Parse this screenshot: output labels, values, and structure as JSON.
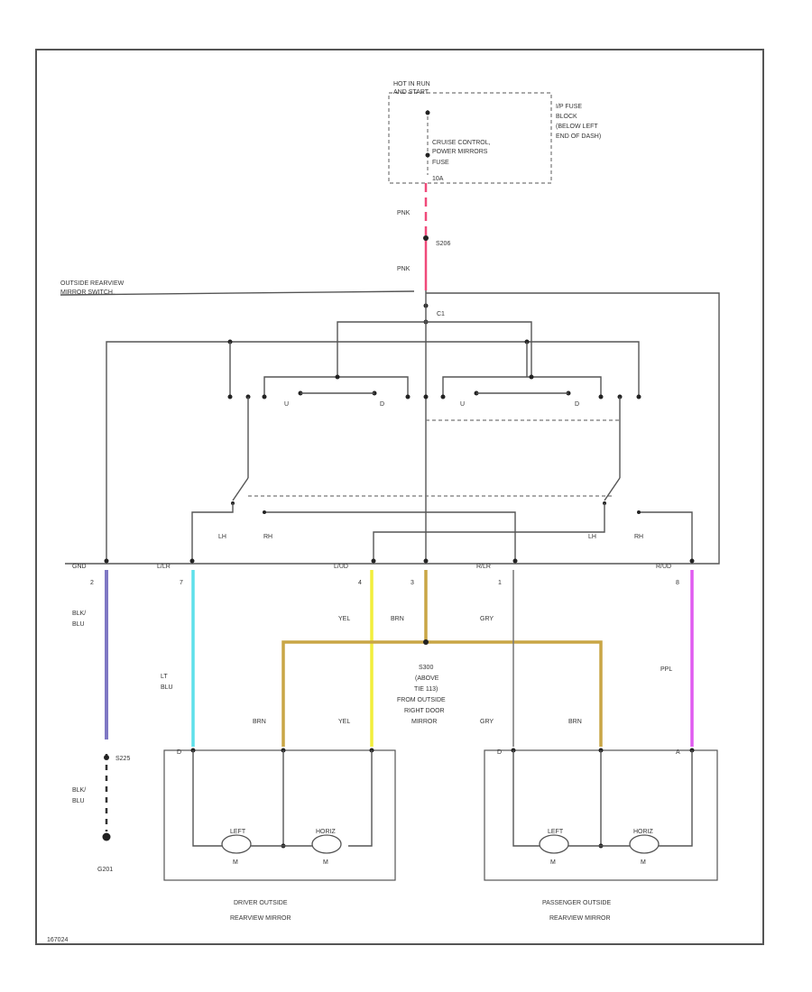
{
  "fuse_block": {
    "hot_label_1": "HOT IN RUN",
    "hot_label_2": "AND START",
    "fuse_line_1": "CRUISE CONTROL,",
    "fuse_line_2": "POWER MIRRORS",
    "fuse_line_3": "FUSE",
    "fuse_line_4": "10A",
    "location_1": "I/P FUSE",
    "location_2": "BLOCK",
    "location_3": "(BELOW LEFT",
    "location_4": "END OF DASH)"
  },
  "wire_colors": {
    "feed_top": "PNK",
    "feed_bottom": "PNK",
    "splice_top": "S206",
    "blk_blu": "BLK/BLU",
    "lt_blu": "LT BLU",
    "yel": "YEL",
    "brn": "BRN",
    "gry": "GRY",
    "ppl": "PPL"
  },
  "switch": {
    "title_1": "OUTSIDE REARVIEW",
    "title_2": "MIRROR SWITCH",
    "connector_c1": "C1",
    "lh": "LH",
    "rh": "RH",
    "contact_u": "U",
    "contact_d": "D",
    "pin_gnd": "GND",
    "pin_lh_h": "L/LR",
    "pin_lh_v": "L/UD",
    "pin_rh_h": "R/LR",
    "pin_rh_v": "R/UD",
    "pin_nums": [
      "2",
      "7",
      "4",
      "3",
      "1",
      "8"
    ]
  },
  "splice_center": {
    "line_1": "S300",
    "line_2": "(ABOVE",
    "line_3": "TIE 113)",
    "line_4": "FROM OUTSIDE",
    "line_5": "RIGHT DOOR",
    "line_6": "MIRROR"
  },
  "ground": {
    "splice": "S225",
    "ground_id": "G201"
  },
  "mirrors": {
    "driver_1": "DRIVER OUTSIDE",
    "driver_2": "REARVIEW MIRROR",
    "passenger_1": "PASSENGER OUTSIDE",
    "passenger_2": "REARVIEW MIRROR",
    "motor_left": "LEFT",
    "motor_horiz": "HORIZ",
    "motor_m": "M",
    "pin_d": "D",
    "pin_a": "A"
  },
  "footer_id": "167024",
  "colors": {
    "pnk": "#f04a7a",
    "blk_blu": "#7f78c4",
    "lt_blu": "#5fe0ea",
    "yel": "#f2ee3c",
    "brn": "#c9a646",
    "ppl": "#e05cf0",
    "gry": "#777777"
  }
}
